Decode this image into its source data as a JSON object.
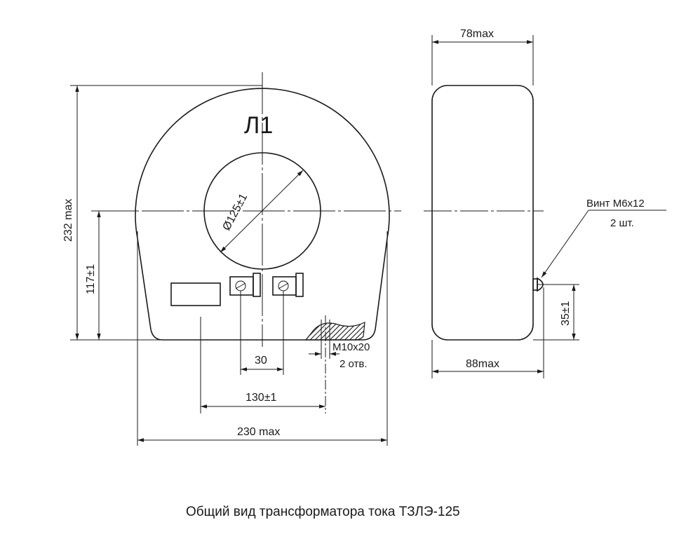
{
  "front_view": {
    "marking": "Л1",
    "dim_window_diameter": "Ø125±1",
    "dim_height": "232 max",
    "dim_center_height": "117±1",
    "dim_terminal_spacing": "30",
    "dim_hole_spacing": "130±1",
    "dim_width": "230 max",
    "hole_note_line1": "M10x20",
    "hole_note_line2": "2 отв."
  },
  "side_view": {
    "dim_top": "78max",
    "dim_bottom": "88max",
    "dim_screw_height": "35±1",
    "screw_note_line1": "Винт М6х12",
    "screw_note_line2": "2 шт."
  },
  "caption": "Общий вид трансформатора тока ТЗЛЭ-125",
  "colors": {
    "line": "#1a1a1a",
    "background": "#ffffff"
  }
}
